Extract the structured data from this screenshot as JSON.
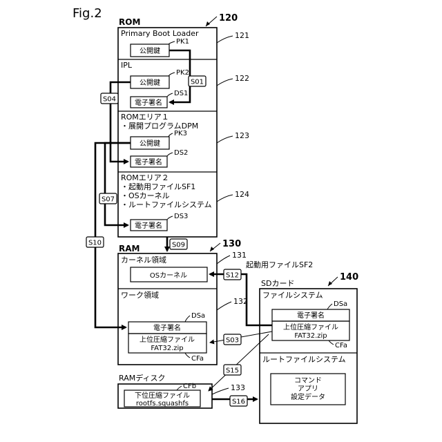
{
  "figure_label": "Fig.2",
  "rom": {
    "title": "ROM",
    "ref": "120",
    "sections": {
      "pbl": {
        "title": "Primary Boot Loader",
        "ref": "121",
        "key_label": "PK1",
        "key_text": "公開鍵"
      },
      "ipl": {
        "title": "IPL",
        "ref": "122",
        "key_label": "PK2",
        "key_text": "公開鍵",
        "sig_label": "DS1",
        "sig_text": "電子署名"
      },
      "area1": {
        "title": "ROMエリア１",
        "line1": "・展開プログラムDPM",
        "ref": "123",
        "key_label": "PK3",
        "key_text": "公開鍵",
        "sig_label": "DS2",
        "sig_text": "電子署名"
      },
      "area2": {
        "title": "ROMエリア２",
        "line1": "・起動用ファイルSF1",
        "line2": "・OSカーネル",
        "line3": "・ルートファイルシステム",
        "ref": "124",
        "sig_label": "DS3",
        "sig_text": "電子署名"
      }
    }
  },
  "ram": {
    "title": "RAM",
    "ref": "130",
    "kernel_area": {
      "title": "カーネル領域",
      "ref": "131",
      "content": "OSカーネル"
    },
    "work_area": {
      "title": "ワーク領域",
      "ref": "132",
      "sig_label": "DSa",
      "sig_text": "電子署名",
      "file_line1": "上位圧縮ファイル",
      "file_line2": "FAT32.zip",
      "file_label": "CFa"
    }
  },
  "ramdisk": {
    "title": "RAMディスク",
    "ref": "133",
    "file_label": "CFb",
    "file_line1": "下位圧縮ファイル",
    "file_line2": "rootfs.squashfs"
  },
  "sdcard": {
    "title": "SDカード",
    "ref": "140",
    "boot_file": "起動用ファイルSF2",
    "fs": {
      "title": "ファイルシステム",
      "sig_label": "DSa",
      "sig_text": "電子署名",
      "file_line1": "上位圧縮ファイル",
      "file_line2": "FAT32.zip",
      "file_label": "CFa"
    },
    "rootfs": {
      "title": "ルートファイルシステム",
      "line1": "コマンド",
      "line2": "アプリ",
      "line3": "設定データ"
    }
  },
  "steps": {
    "s01": "S01",
    "s03": "S03",
    "s04": "S04",
    "s07": "S07",
    "s09": "S09",
    "s10": "S10",
    "s12": "S12",
    "s15": "S15",
    "s16": "S16"
  }
}
